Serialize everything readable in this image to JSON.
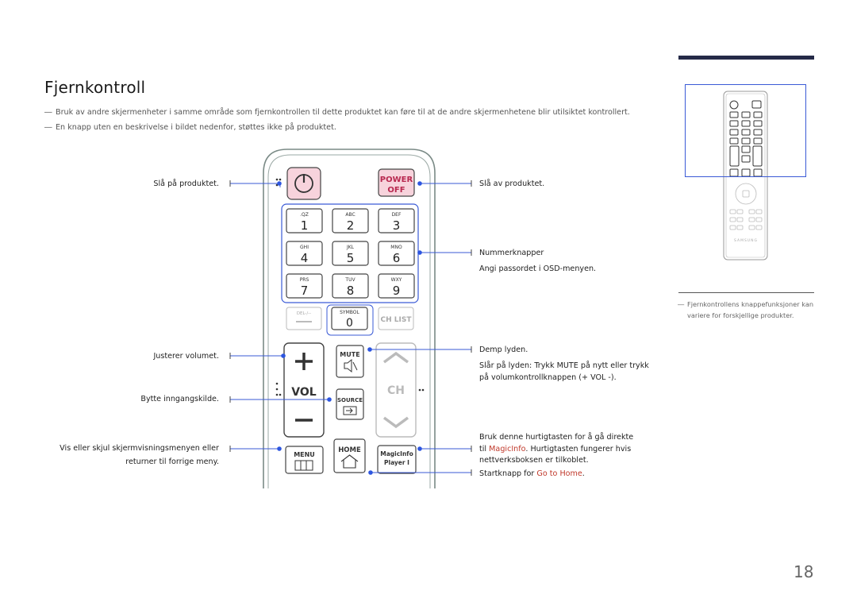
{
  "page": {
    "title": "Fjernkontroll",
    "notes": [
      "Bruk av andre skjermenheter i samme område som fjernkontrollen til dette produktet kan føre til at de andre skjermenhetene blir utilsiktet kontrollert.",
      "En knapp uten en beskrivelse i bildet nedenfor, støttes ikke på produktet."
    ],
    "note_dash": "―",
    "side_note": "Fjernkontrollens knappefunksjoner kan variere for forskjellige produkter.",
    "side_dash": "―",
    "page_number": "18",
    "accent_color": "#3a5ad6",
    "highlight_color": "#c0392b"
  },
  "labels": {
    "power_on": "Slå på produktet.",
    "volume": "Justerer volumet.",
    "source": "Bytte inngangskilde.",
    "menu_line1": "Vis eller skjul skjermvisningsmenyen eller",
    "menu_line2": "returner til forrige meny.",
    "power_off": "Slå av produktet.",
    "number_title": "Nummerknapper",
    "number_desc": "Angi passordet i OSD-menyen.",
    "mute_title": "Demp lyden.",
    "mute_desc_a": "Slår på lyden: Trykk ",
    "mute_desc_b": "MUTE",
    "mute_desc_c": " på nytt eller trykk",
    "mute_desc_line2": "på volumkontrollknappen (+ VOL -).",
    "magicinfo_line1": "Bruk denne hurtigtasten for å gå direkte",
    "magicinfo_a": "til ",
    "magicinfo_b": "MagicInfo",
    "magicinfo_c": ". Hurtigtasten fungerer hvis",
    "magicinfo_line3": "nettverksboksen er tilkoblet.",
    "home_a": "Startknapp for ",
    "home_b": "Go to Home",
    "home_c": "."
  },
  "remote": {
    "power_off_line1": "POWER",
    "power_off_line2": "OFF",
    "keys": [
      {
        "sub": ".QZ",
        "num": "1"
      },
      {
        "sub": "ABC",
        "num": "2"
      },
      {
        "sub": "DEF",
        "num": "3"
      },
      {
        "sub": "GHI",
        "num": "4"
      },
      {
        "sub": "JKL",
        "num": "5"
      },
      {
        "sub": "MNO",
        "num": "6"
      },
      {
        "sub": "PRS",
        "num": "7"
      },
      {
        "sub": "TUV",
        "num": "8"
      },
      {
        "sub": "WXY",
        "num": "9"
      }
    ],
    "del_label": "DEL-/--",
    "symbol_label": "SYMBOL",
    "zero": "0",
    "ch_list": "CH LIST",
    "vol_label": "VOL",
    "mute_label": "MUTE",
    "source_label": "SOURCE",
    "ch_label": "CH",
    "menu_label": "MENU",
    "home_label": "HOME",
    "magicinfo_label_1": "MagicInfo",
    "magicinfo_label_2": "Player I",
    "brand": "SAMSUNG"
  }
}
